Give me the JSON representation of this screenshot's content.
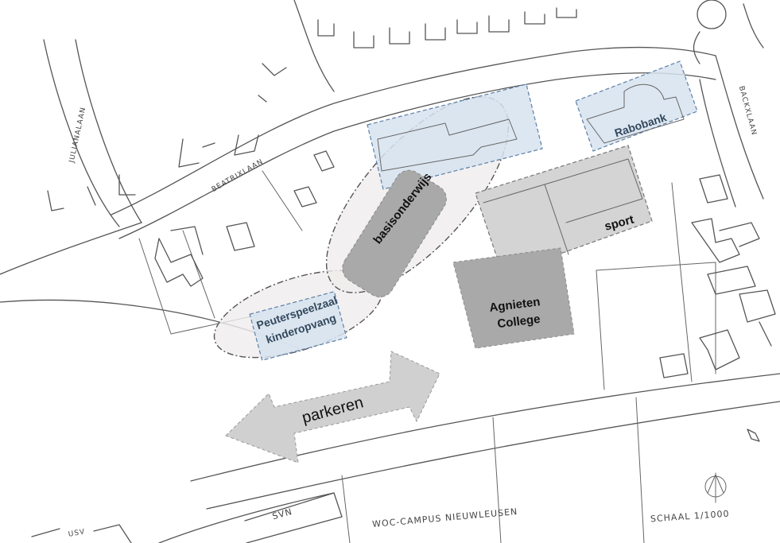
{
  "map": {
    "zones": {
      "basisonderwijs": "basisonderwijs",
      "sport": "sport",
      "rabobank": "Rabobank",
      "agnieten_line1": "Agnieten",
      "agnieten_line2": "College",
      "peuter_line1": "Peuterspeelzaal",
      "peuter_line2": "kinderopvang",
      "parkeren": "parkeren"
    },
    "streets": {
      "left": "JULIANALAAN",
      "middle": "BEATRIXLAAN",
      "right": "BACKXLAAN"
    },
    "sketch_notes": {
      "svn": "SVN",
      "usv": "USV",
      "title": "WOC-CAMPUS NIEUWLEUSEN",
      "scale": "SCHAAL 1/1000"
    },
    "colors": {
      "existing_building_fill": "#d7e3ef",
      "new_zone_fill": "#d4d4d4",
      "dark_zone_fill": "#a9a9a9",
      "arrow_fill": "#d0d0d0"
    }
  }
}
